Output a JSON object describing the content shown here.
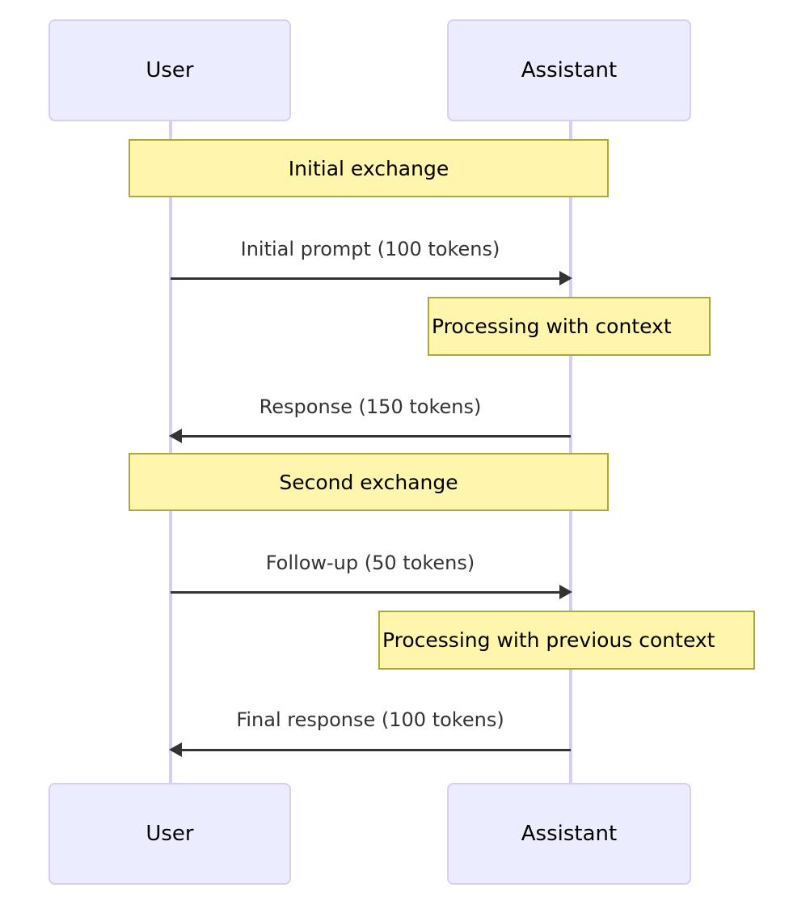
{
  "diagram": {
    "type": "sequence-diagram",
    "title": "",
    "colors": {
      "actor_fill": "#ececff",
      "actor_stroke": "#d7cdf5",
      "lifeline": "#d7cdf5",
      "note_fill": "#fff5ad",
      "note_stroke": "#aaaa33",
      "arrow": "#333333",
      "background": "#ffffff"
    },
    "participants": [
      {
        "id": "user",
        "label": "User"
      },
      {
        "id": "assistant",
        "label": "Assistant"
      }
    ],
    "participants_bottom": [
      {
        "id": "user",
        "label": "User"
      },
      {
        "id": "assistant",
        "label": "Assistant"
      }
    ],
    "notes": [
      {
        "id": "note-initial-exchange",
        "label": "Initial exchange",
        "span": "user-assistant",
        "align": "center"
      },
      {
        "id": "note-processing-with-context",
        "label": "Processing with context",
        "span": "assistant",
        "align": "left"
      },
      {
        "id": "note-second-exchange",
        "label": "Second exchange",
        "span": "user-assistant",
        "align": "center"
      },
      {
        "id": "note-processing-with-previous-context",
        "label": "Processing with previous context",
        "span": "assistant",
        "align": "left"
      }
    ],
    "messages": [
      {
        "id": "msg-initial-prompt",
        "label": "Initial prompt (100 tokens)",
        "from": "user",
        "to": "assistant",
        "direction": "right"
      },
      {
        "id": "msg-response",
        "label": "Response (150 tokens)",
        "from": "assistant",
        "to": "user",
        "direction": "left"
      },
      {
        "id": "msg-follow-up",
        "label": "Follow-up (50 tokens)",
        "from": "user",
        "to": "assistant",
        "direction": "right"
      },
      {
        "id": "msg-final-response",
        "label": "Final response (100 tokens)",
        "from": "assistant",
        "to": "user",
        "direction": "left"
      }
    ]
  }
}
